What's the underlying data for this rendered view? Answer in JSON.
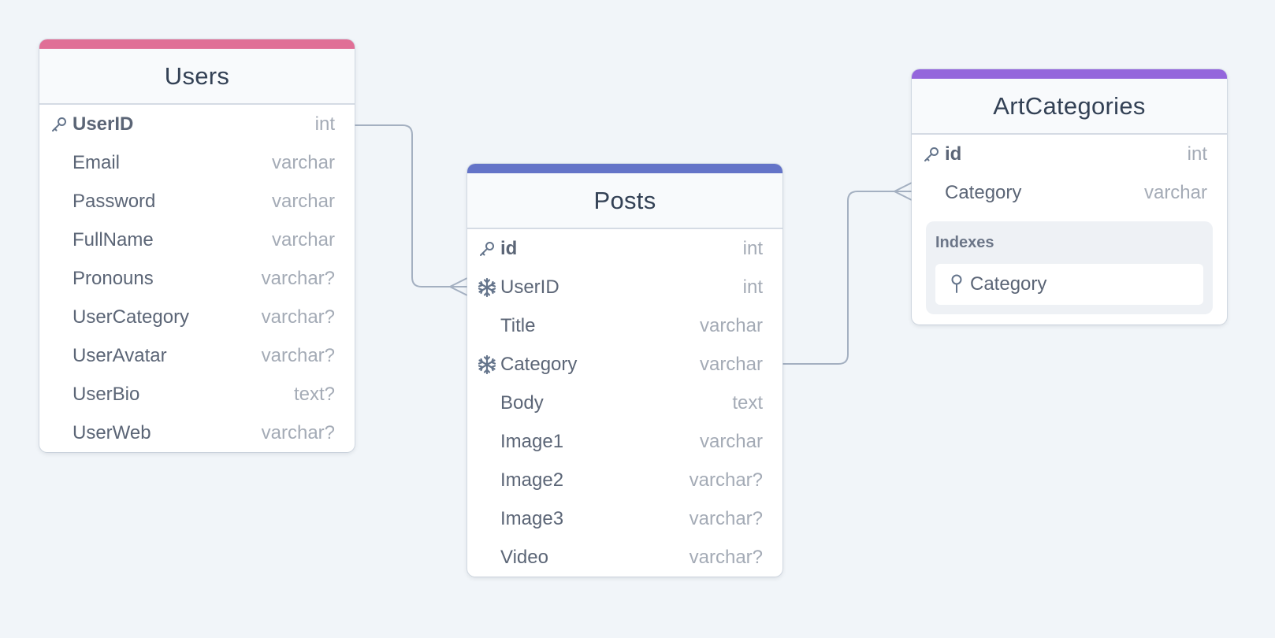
{
  "colors": {
    "background": "#f1f5f9",
    "users_accent": "#e06f96",
    "posts_accent": "#6474c8",
    "artcategories_accent": "#9466dc",
    "relation_line": "#a4b0c1"
  },
  "tables": {
    "users": {
      "name": "Users",
      "columns": [
        {
          "name": "UserID",
          "type": "int",
          "icon": "key-icon",
          "pk": true
        },
        {
          "name": "Email",
          "type": "varchar",
          "icon": "",
          "pk": false
        },
        {
          "name": "Password",
          "type": "varchar",
          "icon": "",
          "pk": false
        },
        {
          "name": "FullName",
          "type": "varchar",
          "icon": "",
          "pk": false
        },
        {
          "name": "Pronouns",
          "type": "varchar?",
          "icon": "",
          "pk": false
        },
        {
          "name": "UserCategory",
          "type": "varchar?",
          "icon": "",
          "pk": false
        },
        {
          "name": "UserAvatar",
          "type": "varchar?",
          "icon": "",
          "pk": false
        },
        {
          "name": "UserBio",
          "type": "text?",
          "icon": "",
          "pk": false
        },
        {
          "name": "UserWeb",
          "type": "varchar?",
          "icon": "",
          "pk": false
        }
      ]
    },
    "posts": {
      "name": "Posts",
      "columns": [
        {
          "name": "id",
          "type": "int",
          "icon": "key-icon",
          "pk": true
        },
        {
          "name": "UserID",
          "type": "int",
          "icon": "snowflake-icon",
          "pk": false
        },
        {
          "name": "Title",
          "type": "varchar",
          "icon": "",
          "pk": false
        },
        {
          "name": "Category",
          "type": "varchar",
          "icon": "snowflake-icon",
          "pk": false
        },
        {
          "name": "Body",
          "type": "text",
          "icon": "",
          "pk": false
        },
        {
          "name": "Image1",
          "type": "varchar",
          "icon": "",
          "pk": false
        },
        {
          "name": "Image2",
          "type": "varchar?",
          "icon": "",
          "pk": false
        },
        {
          "name": "Image3",
          "type": "varchar?",
          "icon": "",
          "pk": false
        },
        {
          "name": "Video",
          "type": "varchar?",
          "icon": "",
          "pk": false
        }
      ]
    },
    "artcategories": {
      "name": "ArtCategories",
      "columns": [
        {
          "name": "id",
          "type": "int",
          "icon": "key-icon",
          "pk": true
        },
        {
          "name": "Category",
          "type": "varchar",
          "icon": "",
          "pk": false
        }
      ],
      "indexes": {
        "title": "Indexes",
        "items": [
          {
            "name": "Category",
            "icon": "pin-icon"
          }
        ]
      }
    }
  },
  "relations": [
    {
      "from": "Users.UserID",
      "to": "Posts.UserID",
      "cardinality": "one-to-many"
    },
    {
      "from": "Posts.Category",
      "to": "ArtCategories.Category",
      "cardinality": "one-to-many"
    }
  ]
}
